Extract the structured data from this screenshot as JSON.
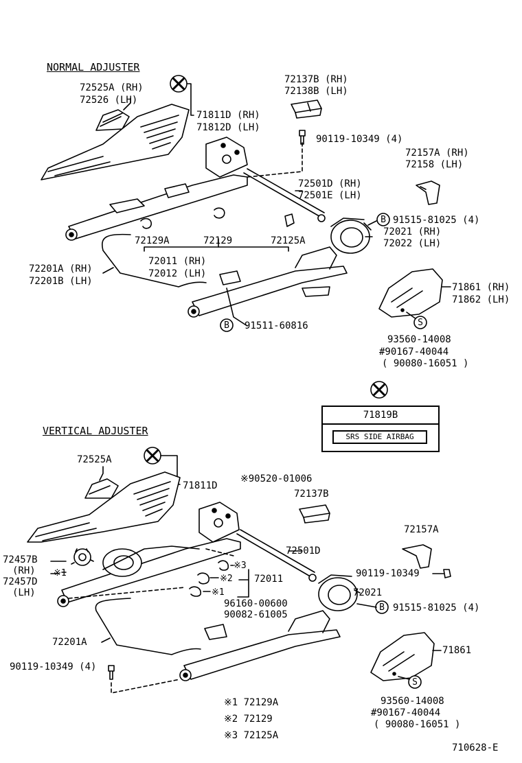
{
  "sections": {
    "normal_title": "NORMAL ADJUSTER",
    "vertical_title": "VERTICAL ADJUSTER"
  },
  "normal": {
    "p72525A": "72525A (RH)",
    "p72526": "72526  (LH)",
    "p71811D": "71811D (RH)",
    "p71812D": "71812D (LH)",
    "p72137B": "72137B (RH)",
    "p72138B": "72138B (LH)",
    "p90119": "90119-10349 (4)",
    "p72157A": "72157A (RH)",
    "p72158": "72158  (LH)",
    "p72501D": "72501D (RH)",
    "p72501E": "72501E (LH)",
    "p91515": "91515-81025 (4)",
    "p72021": "72021 (RH)",
    "p72022": "72022 (LH)",
    "p72129A": "72129A",
    "p72129": "72129",
    "p72125A": "72125A",
    "p72011": "72011 (RH)",
    "p72012": "72012 (LH)",
    "p72201A": "72201A (RH)",
    "p72201B": "72201B (LH)",
    "p91511": "91511-60816",
    "p71861": "71861 (RH)",
    "p71862": "71862 (LH)",
    "p93560": "93560-14008",
    "p90167": "#90167-40044",
    "p90080": "( 90080-16051 )"
  },
  "airbag": {
    "part": "71819B",
    "label": "SRS SIDE AIRBAG"
  },
  "vertical": {
    "p72525A": "72525A",
    "p71811D": "71811D",
    "p90520": "※90520-01006",
    "p72137B": "72137B",
    "p72157A": "72157A",
    "p72501D": "72501D",
    "p72457B": "72457B",
    "p_rh": "(RH)",
    "p72457D": "72457D",
    "p_lh": "(LH)",
    "x3": "※3",
    "x2": "※2",
    "x1": "※1",
    "p72011": "72011",
    "p90119a": "90119-10349",
    "p72021": "72021",
    "p96160": "96160-00600",
    "p90082": "90082-61005",
    "p91515": "91515-81025 (4)",
    "p72201A": "72201A",
    "p71861": "71861",
    "p90119b": "90119-10349 (4)",
    "p93560": "93560-14008",
    "p90167": "#90167-40044",
    "p90080": "( 90080-16051 )"
  },
  "notes": {
    "n1": "※1  72129A",
    "n2": "※2  72129",
    "n3": "※3  72125A"
  },
  "markers": {
    "b1": "B",
    "b2": "B",
    "b3": "B",
    "s1": "S",
    "s2": "S"
  },
  "figure_id": "710628-E"
}
